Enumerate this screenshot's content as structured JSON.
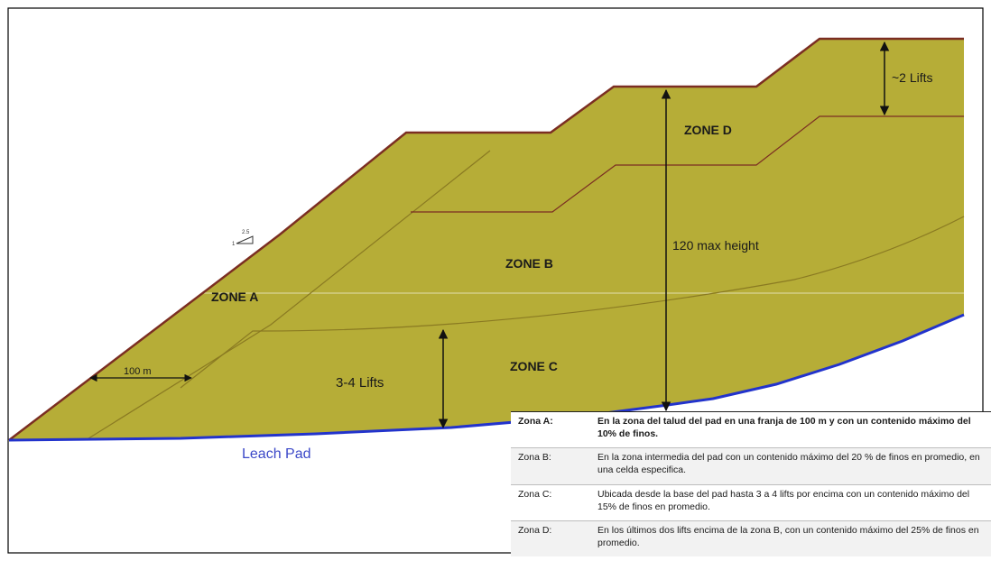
{
  "diagram": {
    "labels": {
      "zone_a": "ZONE A",
      "zone_b": "ZONE B",
      "zone_c": "ZONE C",
      "zone_d": "ZONE D",
      "max_height": "120 max height",
      "two_lifts": "~2 Lifts",
      "three_four_lifts": "3-4 Lifts",
      "hundred_m": "100 m",
      "leach_pad": "Leach Pad",
      "slope_ratio_top": "2.5",
      "slope_ratio_side": "1"
    },
    "colors": {
      "fill": "#b6ad37",
      "outline": "#7b2e22",
      "base": "#2233cc",
      "divider": "#8a7a22",
      "leach_pad_text": "#3b48c8"
    }
  },
  "table": {
    "rows": [
      {
        "zone": "Zona A:",
        "text": "En la zona del talud del pad en una franja de 100 m y con un contenido máximo del 10% de finos."
      },
      {
        "zone": "Zona B:",
        "text": "En la zona intermedia del pad con un contenido máximo del 20 % de finos en promedio, en una celda especifica."
      },
      {
        "zone": "Zona C:",
        "text": "Ubicada desde la base del pad hasta 3 a 4 lifts por encima con un contenido máximo del 15% de finos en promedio."
      },
      {
        "zone": "Zona D:",
        "text": "En los últimos dos lifts encima de la zona B, con un contenido máximo del 25% de finos en promedio."
      }
    ]
  }
}
